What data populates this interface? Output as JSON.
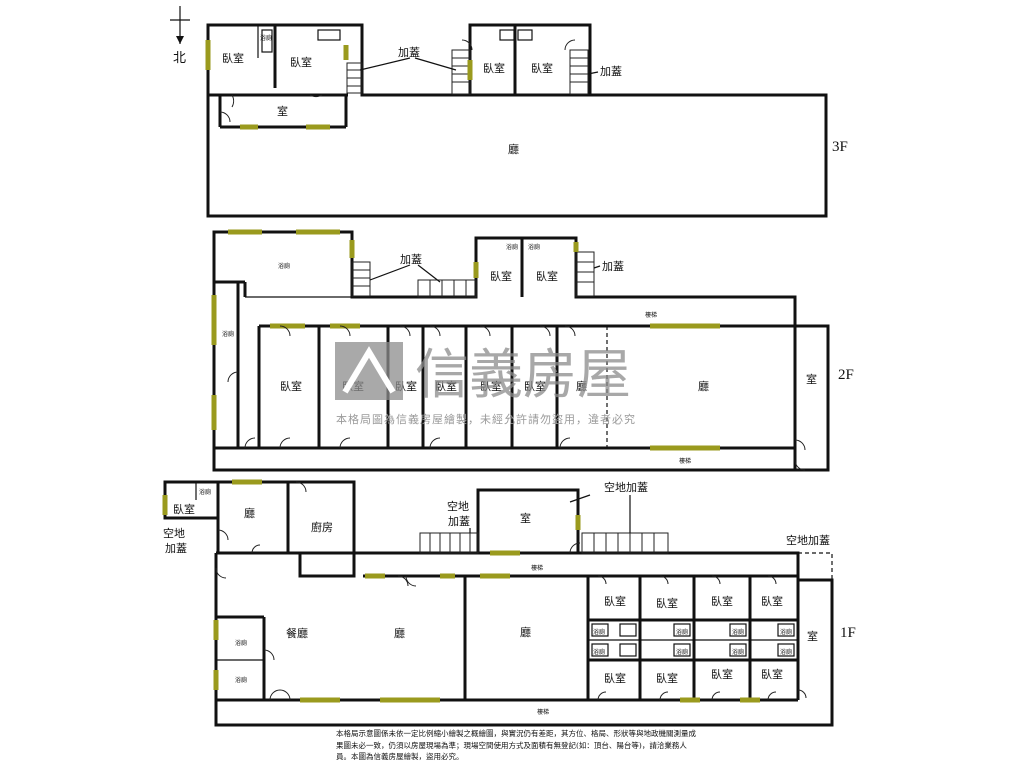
{
  "compass": {
    "north": "北"
  },
  "floors": {
    "f3": "3F",
    "f2": "2F",
    "f1": "1F"
  },
  "rooms": {
    "bedroom": "臥室",
    "room": "室",
    "hall": "廳",
    "bath": "浴廁",
    "kitchen": "廚房",
    "dining": "餐廳",
    "stair": "樓梯"
  },
  "annotations": {
    "addon": "加蓋",
    "open_space_addon": "空地加蓋",
    "open_space": "空地"
  },
  "watermark": {
    "brand": "信義房屋",
    "sub": "本格局圖為信義房屋繪製，未經允許請勿盜用，違者必究"
  },
  "disclaimer": "本格局示意圖係未依一定比例縮小繪製之概繪圖，與實況仍有差距，其方位、格局、形狀等與地政機關測量成果圖未必一致，仍須以房屋現場為準；現場空間使用方式及面積有無登記(如：頂台、陽台等)，請洽業務人員。本圖為信義房屋繪製，盜用必究。",
  "colors": {
    "wall": "#111111",
    "window": "#9a9a1e",
    "watermark": "#8c8c8c"
  }
}
